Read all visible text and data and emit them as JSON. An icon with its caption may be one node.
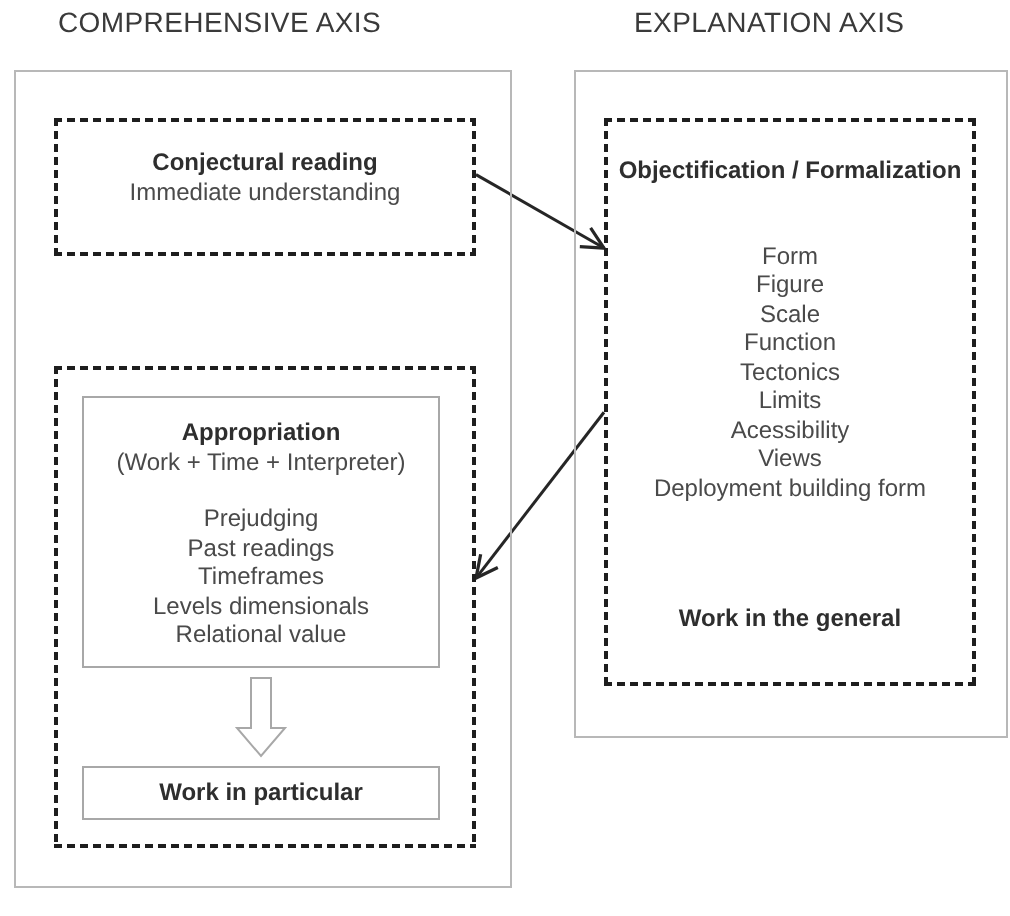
{
  "diagram": {
    "nodes": [
      {
        "text": [
          "COMPREHENSIVE AXIS"
        ]
      },
      {
        "text": [
          "Conjectural reading",
          "Immediate understanding"
        ],
        "in": 0
      },
      {
        "text": [],
        "shape": "box",
        "in": 0
      },
      {
        "text": [
          "Appropriation",
          "(Work + Time + Interpreter)",
          "Prejudging",
          "Past readings",
          "Timeframes",
          "Levels dimensionals",
          "Relational value"
        ],
        "in": 2
      },
      {
        "text": [
          "Work in particular"
        ],
        "in": 2
      },
      {
        "text": [
          "EXPLANATION AXIS"
        ]
      },
      {
        "text": [
          "Objectification / Formalization",
          "Form",
          "Figure",
          "Scale",
          "Function",
          "Tectonics",
          "Limits",
          "Acessibility",
          "Views",
          "Deployment building form",
          "Work in the general"
        ],
        "in": 5
      }
    ],
    "edges": [
      {
        "from": 1,
        "to": 6,
        "arrow": "to"
      },
      {
        "from": 6,
        "to": 2,
        "arrow": "to"
      },
      {
        "from": 3,
        "to": 4,
        "arrow": "to"
      }
    ]
  }
}
